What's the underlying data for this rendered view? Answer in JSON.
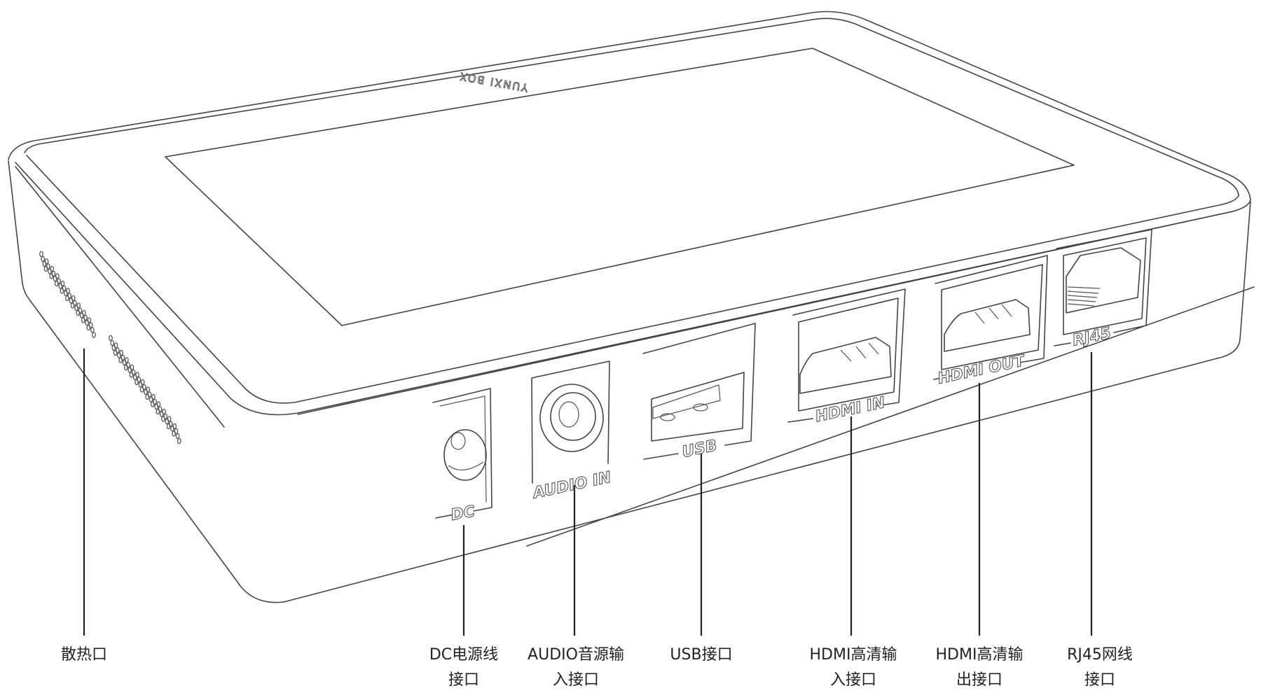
{
  "device": {
    "brand_text": "YUNXI BOX",
    "ports": [
      {
        "id": "dc",
        "port_label": "DC"
      },
      {
        "id": "audio",
        "port_label": "AUDIO IN"
      },
      {
        "id": "usb",
        "port_label": "USB"
      },
      {
        "id": "hdmi-in",
        "port_label": "HDMI IN"
      },
      {
        "id": "hdmi-out",
        "port_label": "HDMI OUT"
      },
      {
        "id": "rj45",
        "port_label": "RJ45"
      }
    ]
  },
  "callouts": [
    {
      "id": "vent",
      "line1": "散热口",
      "line2": ""
    },
    {
      "id": "dc",
      "line1": "DC电源线",
      "line2": "接口"
    },
    {
      "id": "audio",
      "line1": "AUDIO音源输",
      "line2": "入接口"
    },
    {
      "id": "usb",
      "line1": "USB接口",
      "line2": ""
    },
    {
      "id": "hdmi-in",
      "line1": "HDMI高清输",
      "line2": "入接口"
    },
    {
      "id": "hdmi-out",
      "line1": "HDMI高清输",
      "line2": "出接口"
    },
    {
      "id": "rj45",
      "line1": "RJ45网线",
      "line2": "接口"
    }
  ],
  "colors": {
    "line": "#444444",
    "leader": "#222222",
    "background": "#ffffff"
  }
}
